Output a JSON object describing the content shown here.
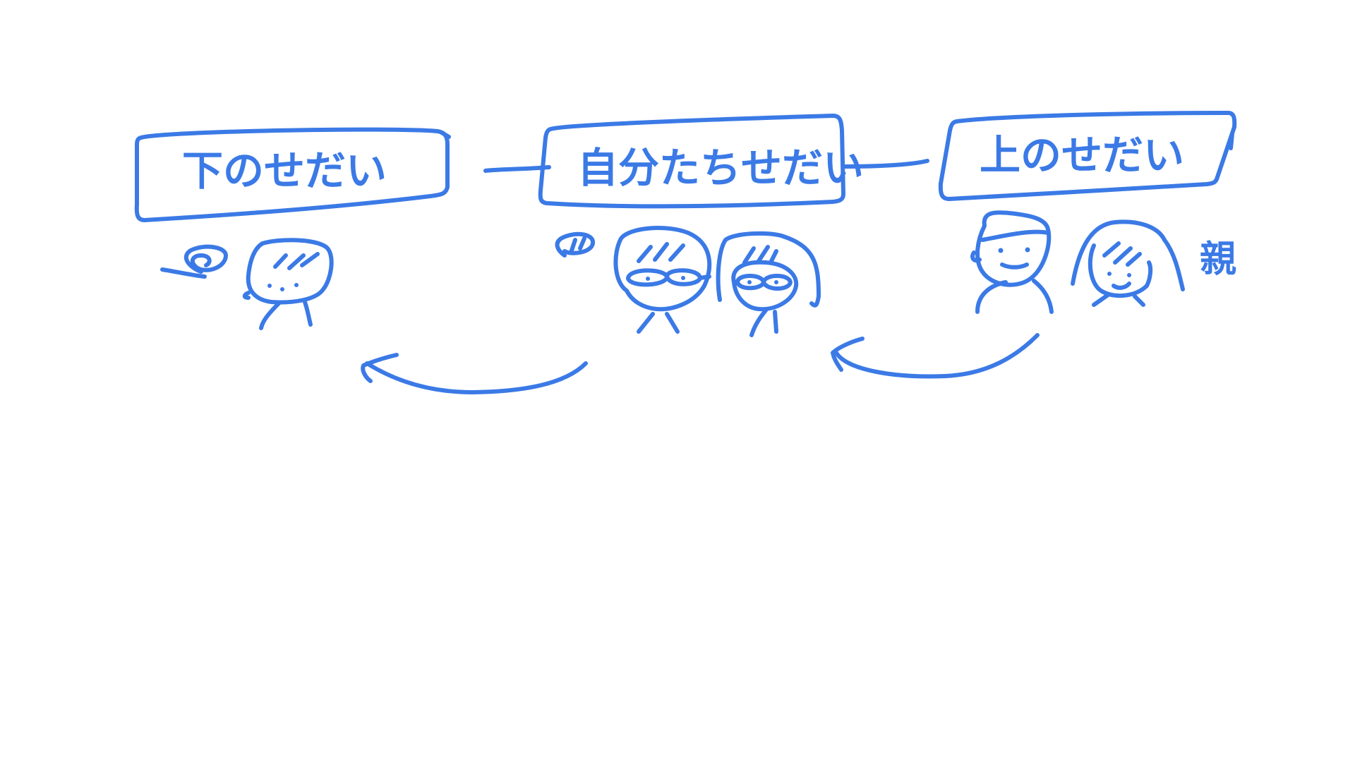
{
  "colors": {
    "ink": "#3b7ae6",
    "background": "#ffffff"
  },
  "generations": {
    "lower": {
      "label": "下のせだい",
      "icon": "child-face-icon",
      "marker_icon": "scribble-circle-icon"
    },
    "self": {
      "label": "自分たちせだい",
      "icon": "couple-faces-icon",
      "marker_icon": "scribble-circle-icon"
    },
    "upper": {
      "label": "上のせだい",
      "icon": "parents-faces-icon",
      "side_label": "親"
    }
  },
  "arrows": [
    {
      "from": "upper",
      "to": "self"
    },
    {
      "from": "self",
      "to": "lower"
    }
  ]
}
